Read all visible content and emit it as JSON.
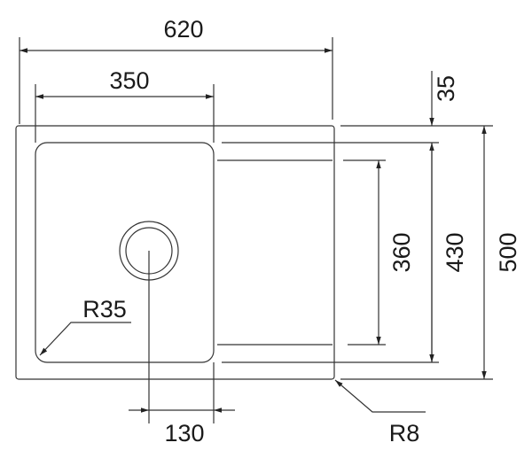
{
  "drawing": {
    "title": "Sink dimensions",
    "dimensions": {
      "overall_width": "620",
      "bowl_width": "350",
      "drain_offset": "130",
      "rim_offset": "35",
      "drainer_inner": "360",
      "bowl_depth": "430",
      "overall_depth": "500",
      "bowl_corner_radius": "R35",
      "outer_corner_radius": "R8"
    },
    "colors": {
      "line": "#333333",
      "background": "#ffffff"
    }
  }
}
